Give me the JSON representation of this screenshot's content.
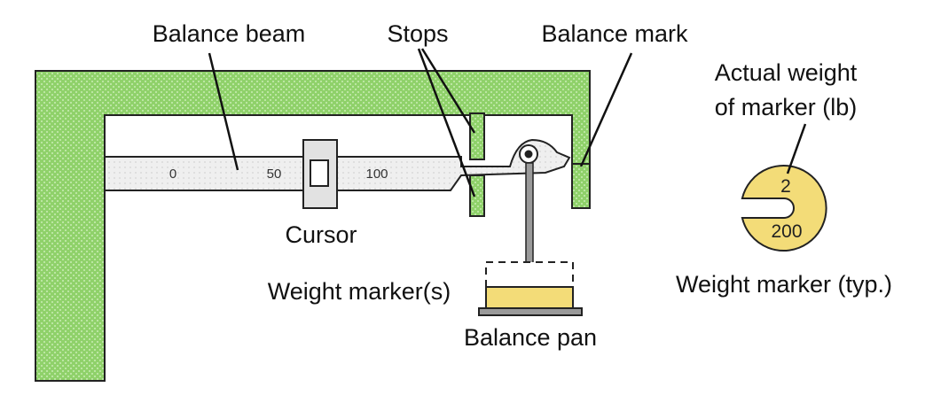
{
  "labels": {
    "balance_beam": "Balance beam",
    "stops": "Stops",
    "balance_mark": "Balance mark",
    "actual_weight_line1": "Actual weight",
    "actual_weight_line2": "of marker (lb)",
    "cursor": "Cursor",
    "weight_markers": "Weight marker(s)",
    "balance_pan": "Balance pan",
    "weight_marker_typ": "Weight marker (typ.)"
  },
  "beam_scale": [
    "0",
    "50",
    "100"
  ],
  "marker": {
    "top_value": "2",
    "bottom_value": "200"
  },
  "colors": {
    "frame_fill": "#8fd16a",
    "frame_dots": "#c9eeb3",
    "beam_fill": "#efefef",
    "marker_fill": "#f3dc78",
    "outline": "#222222"
  }
}
